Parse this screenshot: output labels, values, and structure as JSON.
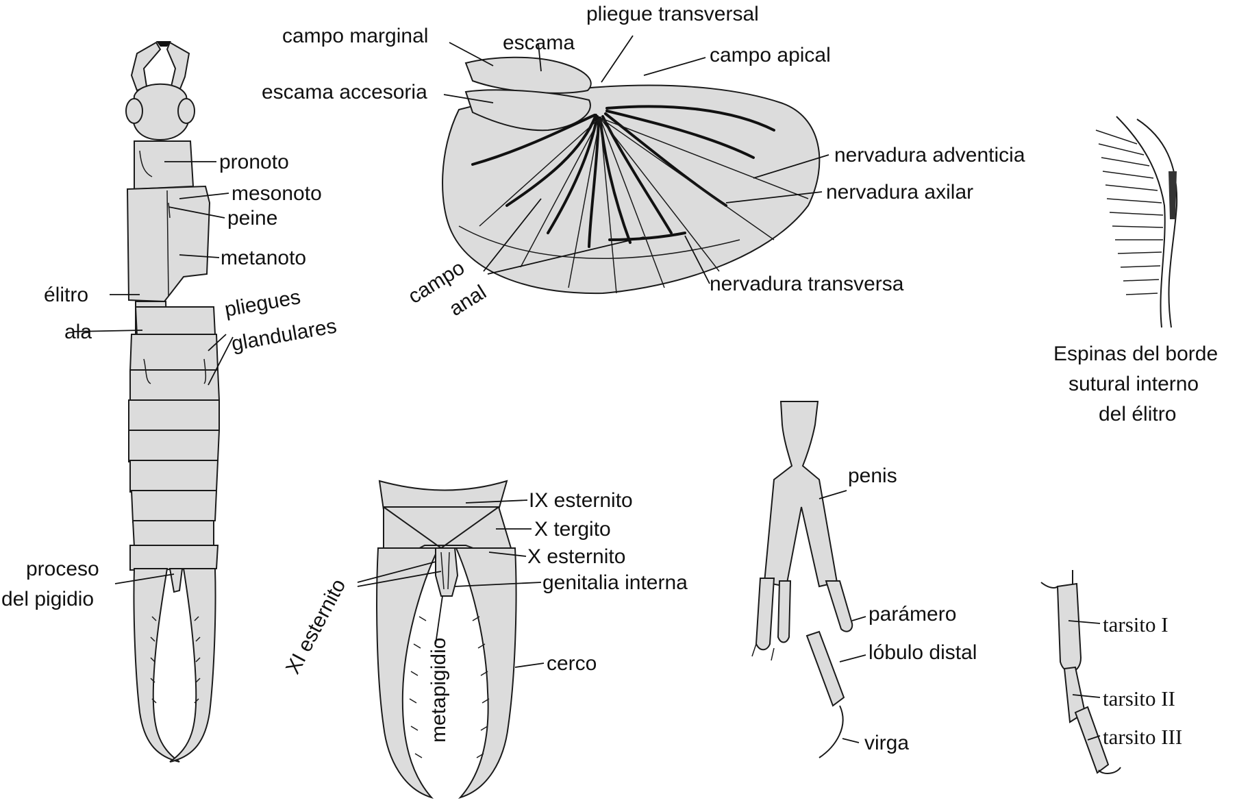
{
  "colors": {
    "body_fill": "#dcdcdc",
    "outline": "#1a1a1a",
    "background": "#ffffff"
  },
  "labels": {
    "pronoto": "pronoto",
    "mesonoto": "mesonoto",
    "peine": "peine",
    "metanoto": "metanoto",
    "elitro": "élitro",
    "ala": "ala",
    "pliegues": "pliegues",
    "glandulares": "glandulares",
    "proceso": "proceso",
    "del_pigidio": "del pigidio",
    "campo_marginal": "campo marginal",
    "escama": "escama",
    "pliegue_transversal": "pliegue transversal",
    "campo_apical": "campo apical",
    "escama_accesoria": "escama accesoria",
    "nervadura_adventicia": "nervadura adventicia",
    "nervadura_axilar": "nervadura axilar",
    "nervadura_transversa": "nervadura transversa",
    "campo": "campo",
    "anal": "anal",
    "espinas_1": "Espinas del borde",
    "espinas_2": "sutural interno",
    "espinas_3": "del élitro",
    "ix_esternito": "IX esternito",
    "x_tergito": "X tergito",
    "x_esternito": "X esternito",
    "genitalia_interna": "genitalia interna",
    "xi_esternito": "XI esternito",
    "metapigidio": "metapigidio",
    "cerco": "cerco",
    "penis": "penis",
    "paramero": "parámero",
    "lobulo_distal": "lóbulo distal",
    "virga": "virga",
    "tarsito_1": "tarsito I",
    "tarsito_2": "tarsito II",
    "tarsito_3": "tarsito III"
  }
}
